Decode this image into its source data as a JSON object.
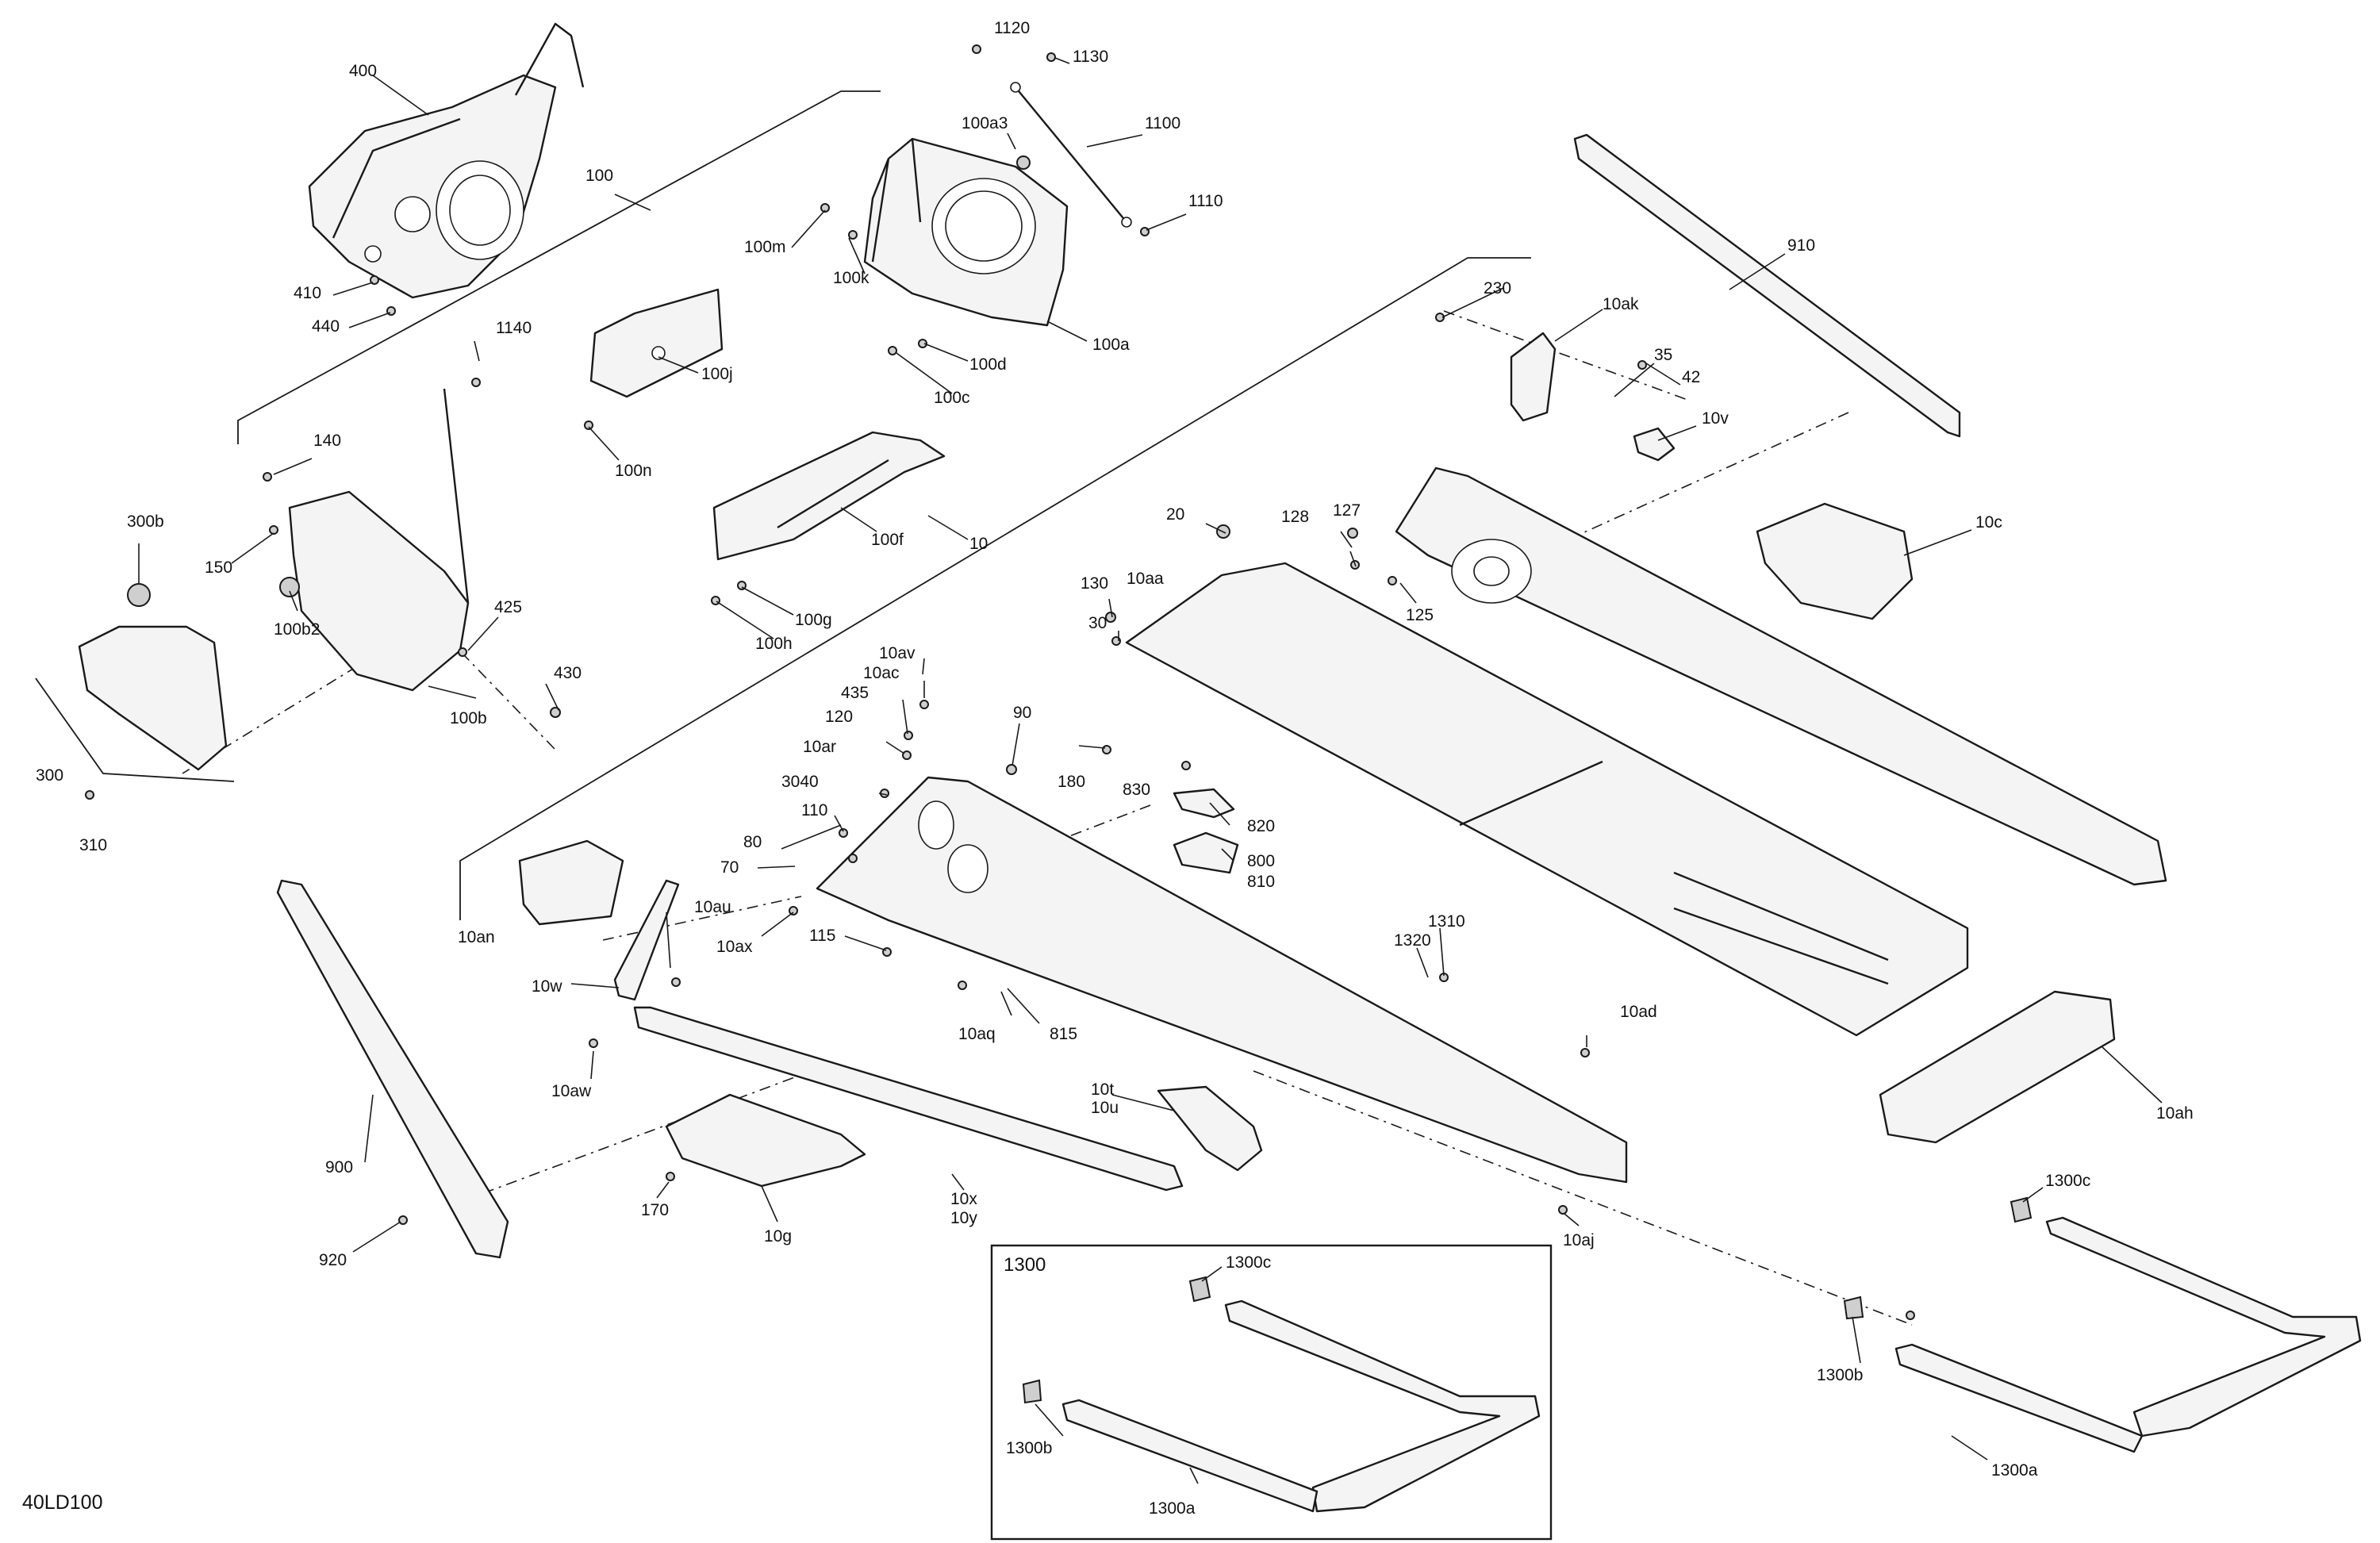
{
  "figure_id": "40LD100",
  "inset_box_title": "1300",
  "callouts": {
    "c400": "400",
    "c100": "100",
    "c410": "410",
    "c440": "440",
    "c1120": "1120",
    "c1130": "1130",
    "c100a3": "100a3",
    "c1100": "1100",
    "c1110": "1110",
    "c100m": "100m",
    "c100k": "100k",
    "c100d": "100d",
    "c100a": "100a",
    "c100c": "100c",
    "c1140": "1140",
    "c100j": "100j",
    "c100n": "100n",
    "c140": "140",
    "c300b": "300b",
    "c150": "150",
    "c100b2": "100b2",
    "c425": "425",
    "c430": "430",
    "c100b": "100b",
    "c300": "300",
    "c310": "310",
    "c100f": "100f",
    "c100g": "100g",
    "c100h": "100h",
    "c10": "10",
    "c230": "230",
    "c10ak": "10ak",
    "c910": "910",
    "c35": "35",
    "c42": "42",
    "c10v": "10v",
    "c10c": "10c",
    "c20": "20",
    "c128": "128",
    "c127": "127",
    "c125": "125",
    "c130": "130",
    "c10aa": "10aa",
    "c30": "30",
    "c10av": "10av",
    "c10ac": "10ac",
    "c435": "435",
    "c120": "120",
    "c90": "90",
    "c10ar": "10ar",
    "c180": "180",
    "c3040": "3040",
    "c830": "830",
    "c110": "110",
    "c820": "820",
    "c80": "80",
    "c800": "800",
    "c810": "810",
    "c70": "70",
    "c10au": "10au",
    "c10ax": "10ax",
    "c10an": "10an",
    "c115": "115",
    "c1310": "1310",
    "c1320": "1320",
    "c10w": "10w",
    "c10aq": "10aq",
    "c815": "815",
    "c10ad": "10ad",
    "c10ah": "10ah",
    "c10aw": "10aw",
    "c10t": "10t",
    "c10u": "10u",
    "c900": "900",
    "c170": "170",
    "c10x": "10x",
    "c10y": "10y",
    "c10g": "10g",
    "c10aj": "10aj",
    "c920": "920",
    "c1300c_a": "1300c",
    "c1300c_b": "1300c",
    "c1300b_a": "1300b",
    "c1300b_b": "1300b",
    "c1300a_a": "1300a",
    "c1300a_b": "1300a"
  }
}
